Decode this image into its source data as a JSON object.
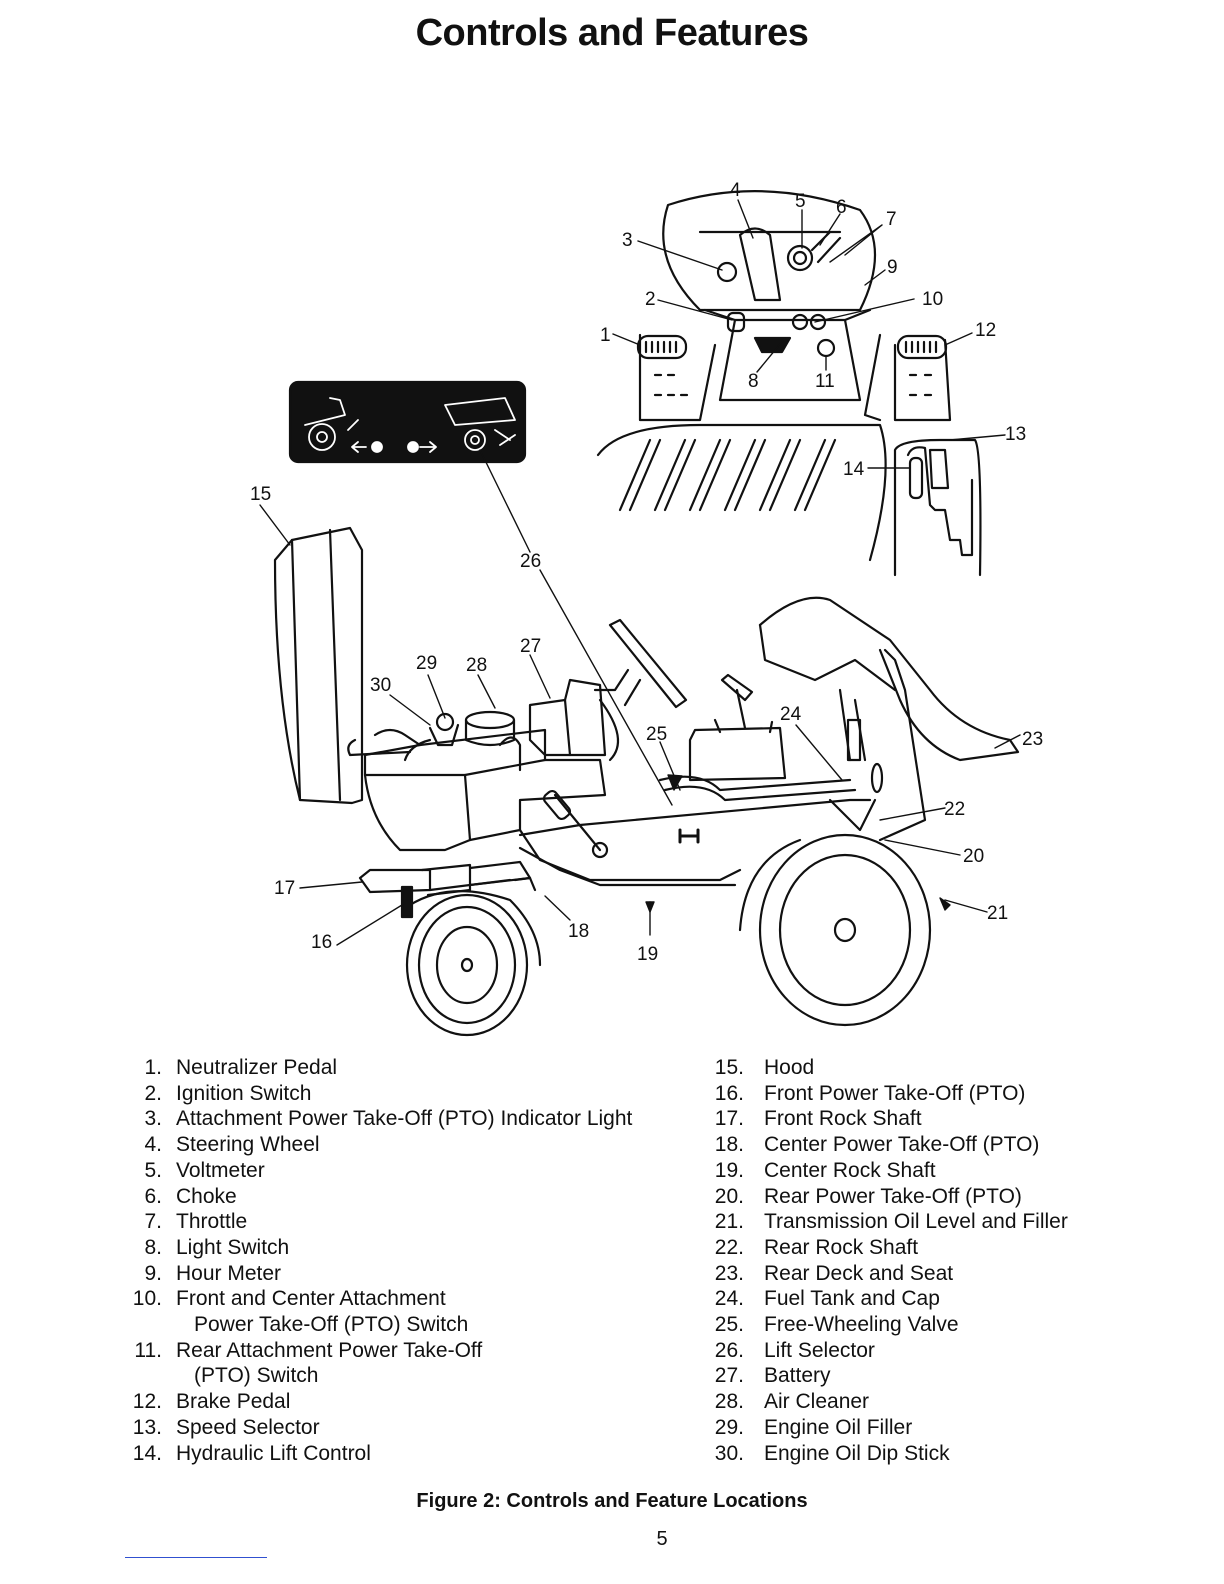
{
  "page": {
    "title": "Controls and Features",
    "caption": "Figure 2:  Controls and Feature Locations",
    "page_number": "5"
  },
  "figure": {
    "callouts": [
      "1",
      "2",
      "3",
      "4",
      "5",
      "6",
      "7",
      "8",
      "9",
      "10",
      "11",
      "12",
      "13",
      "14",
      "15",
      "16",
      "17",
      "18",
      "19",
      "20",
      "21",
      "22",
      "23",
      "24",
      "25",
      "26",
      "27",
      "28",
      "29",
      "30"
    ]
  },
  "legend_left": [
    {
      "num": "1.",
      "text": "Neutralizer Pedal"
    },
    {
      "num": "2.",
      "text": "Ignition Switch"
    },
    {
      "num": "3.",
      "text": "Attachment  Power Take-Off (PTO) Indicator Light"
    },
    {
      "num": "4.",
      "text": "Steering Wheel"
    },
    {
      "num": "5.",
      "text": "Voltmeter"
    },
    {
      "num": "6.",
      "text": "Choke"
    },
    {
      "num": "7.",
      "text": "Throttle"
    },
    {
      "num": "8.",
      "text": "Light Switch"
    },
    {
      "num": "9.",
      "text": "Hour Meter"
    },
    {
      "num": "10.",
      "text": "Front and Center Attachment"
    },
    {
      "num": "",
      "text": "Power Take-Off (PTO) Switch"
    },
    {
      "num": "11.",
      "text": "Rear Attachment Power Take-Off"
    },
    {
      "num": "",
      "text": "(PTO) Switch"
    },
    {
      "num": "12.",
      "text": "Brake Pedal"
    },
    {
      "num": "13.",
      "text": "Speed Selector"
    },
    {
      "num": "14.",
      "text": "Hydraulic Lift Control"
    }
  ],
  "legend_right": [
    {
      "num": "15.",
      "text": "Hood"
    },
    {
      "num": "16.",
      "text": "Front Power Take-Off (PTO)"
    },
    {
      "num": "17.",
      "text": "Front Rock Shaft"
    },
    {
      "num": "18.",
      "text": "Center Power Take-Off (PTO)"
    },
    {
      "num": "19.",
      "text": "Center Rock Shaft"
    },
    {
      "num": "20.",
      "text": "Rear Power Take-Off (PTO)"
    },
    {
      "num": "21.",
      "text": "Transmission Oil Level and Filler"
    },
    {
      "num": "22.",
      "text": "Rear Rock Shaft"
    },
    {
      "num": "23.",
      "text": "Rear Deck and Seat"
    },
    {
      "num": "24.",
      "text": "Fuel Tank and Cap"
    },
    {
      "num": "25.",
      "text": "Free-Wheeling Valve"
    },
    {
      "num": "26.",
      "text": "Lift Selector"
    },
    {
      "num": "27.",
      "text": "Battery"
    },
    {
      "num": "28.",
      "text": "Air Cleaner"
    },
    {
      "num": "29.",
      "text": "Engine Oil Filler"
    },
    {
      "num": "30.",
      "text": "Engine Oil Dip Stick"
    }
  ]
}
